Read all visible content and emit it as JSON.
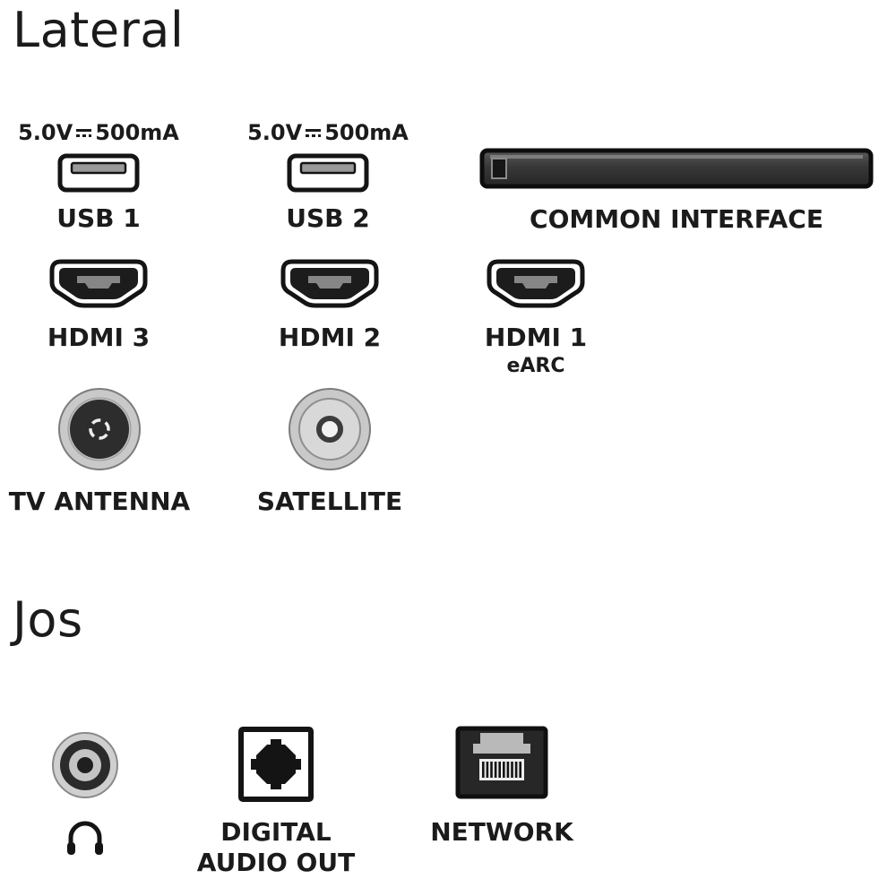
{
  "lateral": {
    "title": "Lateral",
    "usb1": {
      "voltage": "5.0V",
      "current": "500mA",
      "label": "USB 1"
    },
    "usb2": {
      "voltage": "5.0V",
      "current": "500mA",
      "label": "USB 2"
    },
    "common_interface": {
      "label": "COMMON INTERFACE"
    },
    "hdmi3": {
      "label": "HDMI 3"
    },
    "hdmi2": {
      "label": "HDMI 2"
    },
    "hdmi1": {
      "label": "HDMI 1",
      "sublabel": "eARC"
    },
    "tv_antenna": {
      "label": "TV ANTENNA"
    },
    "satellite": {
      "label": "SATELLITE"
    }
  },
  "jos": {
    "title": "Jos",
    "headphones": {
      "icon": "headphones-icon"
    },
    "digital_audio": {
      "label_line1": "DIGITAL",
      "label_line2": "AUDIO OUT"
    },
    "network": {
      "label": "NETWORK"
    }
  },
  "colors": {
    "text": "#1b1b1b",
    "port_outline": "#141414",
    "slot_fill": "#3a3a3a",
    "metal_gray": "#c9c9c9"
  }
}
